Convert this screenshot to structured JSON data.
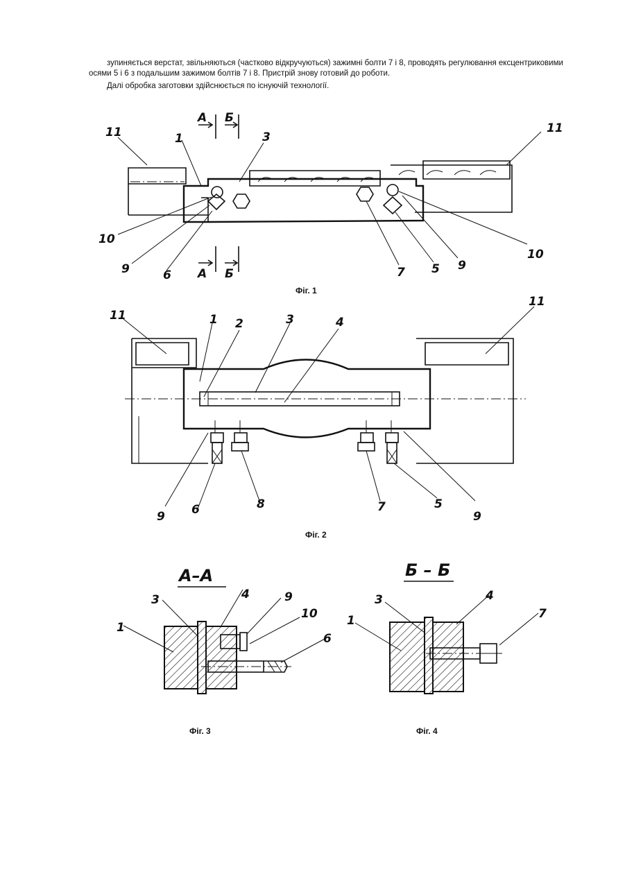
{
  "text": {
    "paragraph1": "зупиняється верстат, звільняються (частково відкручуються) зажимні болти 7 і 8, проводять регулювання ексцентриковими осями 5 і 6 з подальшим зажимом болтів 7 і 8. Пристрій знову готовий до роботи.",
    "paragraph2": "Далі обробка заготовки здійснюється по існуючій технології."
  },
  "figures": {
    "fig1": {
      "caption": "Фіг. 1",
      "section_a": "А",
      "section_b": "Б",
      "labels": [
        "11",
        "1",
        "3",
        "11",
        "10",
        "9",
        "6",
        "7",
        "5",
        "9",
        "10"
      ]
    },
    "fig2": {
      "caption": "Фіг. 2",
      "labels": [
        "11",
        "1",
        "2",
        "3",
        "4",
        "11",
        "9",
        "6",
        "8",
        "7",
        "5",
        "9"
      ]
    },
    "fig3": {
      "caption": "Фіг. 3",
      "title": "А–А",
      "labels": [
        "3",
        "4",
        "9",
        "10",
        "1",
        "6"
      ]
    },
    "fig4": {
      "caption": "Фіг. 4",
      "title": "Б – Б",
      "labels": [
        "3",
        "4",
        "7",
        "1"
      ]
    }
  }
}
